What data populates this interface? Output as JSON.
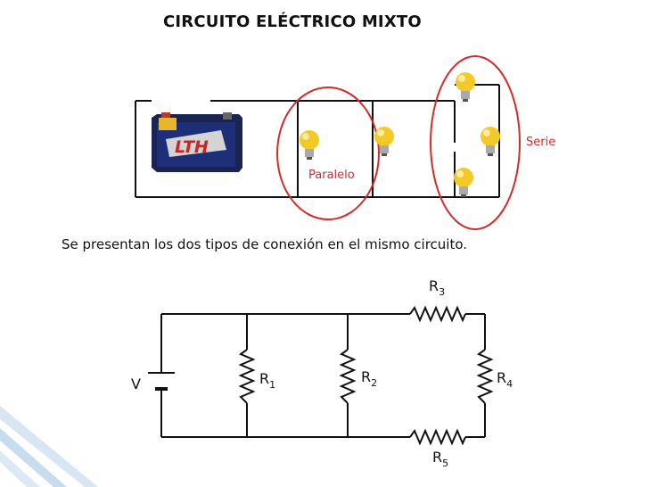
{
  "title": "CIRCUITO ELÉCTRICO MIXTO",
  "subtitle": "Se presentan los dos tipos de conexión en el mismo circuito.",
  "labels": {
    "paralelo": "Paralelo",
    "serie": "Serie",
    "battery_brand": "LTH",
    "voltage": "V"
  },
  "resistors": [
    {
      "name": "R",
      "sub": "1"
    },
    {
      "name": "R",
      "sub": "2"
    },
    {
      "name": "R",
      "sub": "3"
    },
    {
      "name": "R",
      "sub": "4"
    },
    {
      "name": "R",
      "sub": "5"
    }
  ],
  "colors": {
    "accent_red": "#d42a2a",
    "bulb_yellow": "#f3c928",
    "battery_blue": "#1e2f7a",
    "wire": "#111111"
  }
}
